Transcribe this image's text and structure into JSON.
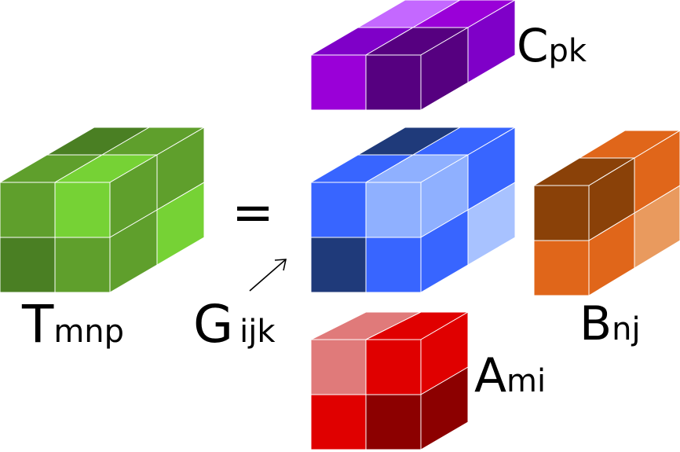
{
  "equation": {
    "equals_sign": "=",
    "core_arrow": "arrow-icon"
  },
  "tensors": {
    "T": {
      "letter": "T",
      "indices": "mnp"
    },
    "G": {
      "letter": "G",
      "indices": "ijk"
    },
    "C": {
      "letter": "C",
      "indices": "pk"
    },
    "B": {
      "letter": "B",
      "indices": "nj"
    },
    "A": {
      "letter": "A",
      "indices": "mi"
    }
  },
  "colors": {
    "T": {
      "a": "#4a7f23",
      "b": "#5f9f2c",
      "c": "#76d235"
    },
    "G": {
      "dark": "#1f3a7a",
      "mid": "#3865ff",
      "light": "#8fb0ff",
      "pale": "#a8c2ff"
    },
    "C": {
      "dark": "#560080",
      "mid": "#7f00c8",
      "bright": "#9a00d8",
      "light": "#c468ff"
    },
    "B": {
      "dark": "#8a4108",
      "mid": "#e0661a",
      "light": "#e99a5e"
    },
    "A": {
      "dark": "#8c0000",
      "mid": "#e00000",
      "light": "#e07a7a"
    }
  }
}
